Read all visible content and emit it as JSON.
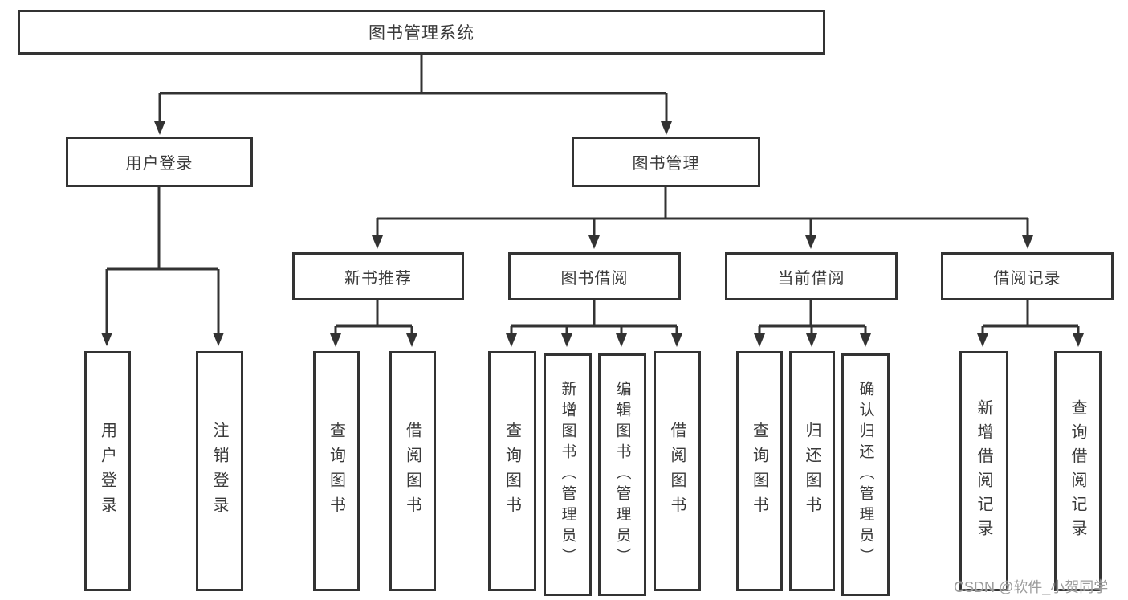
{
  "page": {
    "background": "#ffffff"
  },
  "watermark": {
    "text": "CSDN @软件_小贺同学",
    "color": "#9c9c9c"
  },
  "diagram": {
    "line_color": "#333333",
    "text_color": "#3a3a3a",
    "root": {
      "label": "图书管理系统"
    },
    "level2": [
      {
        "id": "user-login",
        "label": "用户登录"
      },
      {
        "id": "book-management",
        "label": "图书管理"
      }
    ],
    "level3": [
      {
        "id": "new-book-recommend",
        "label": "新书推荐",
        "parent": "图书管理"
      },
      {
        "id": "book-borrow",
        "label": "图书借阅",
        "parent": "图书管理"
      },
      {
        "id": "current-borrow",
        "label": "当前借阅",
        "parent": "图书管理"
      },
      {
        "id": "borrow-records",
        "label": "借阅记录",
        "parent": "图书管理"
      }
    ],
    "leaves": [
      {
        "group": "用户登录",
        "label": "用户登录"
      },
      {
        "group": "用户登录",
        "label": "注销登录"
      },
      {
        "group": "新书推荐",
        "label": "查询图书"
      },
      {
        "group": "新书推荐",
        "label": "借阅图书"
      },
      {
        "group": "图书借阅",
        "label": "查询图书"
      },
      {
        "group": "图书借阅",
        "label": "新增图书（管理员）"
      },
      {
        "group": "图书借阅",
        "label": "编辑图书（管理员）"
      },
      {
        "group": "图书借阅",
        "label": "借阅图书"
      },
      {
        "group": "当前借阅",
        "label": "查询图书"
      },
      {
        "group": "当前借阅",
        "label": "归还图书"
      },
      {
        "group": "当前借阅",
        "label": "确认归还（管理员）"
      },
      {
        "group": "借阅记录",
        "label": "新增借阅记录"
      },
      {
        "group": "借阅记录",
        "label": "查询借阅记录"
      }
    ]
  }
}
